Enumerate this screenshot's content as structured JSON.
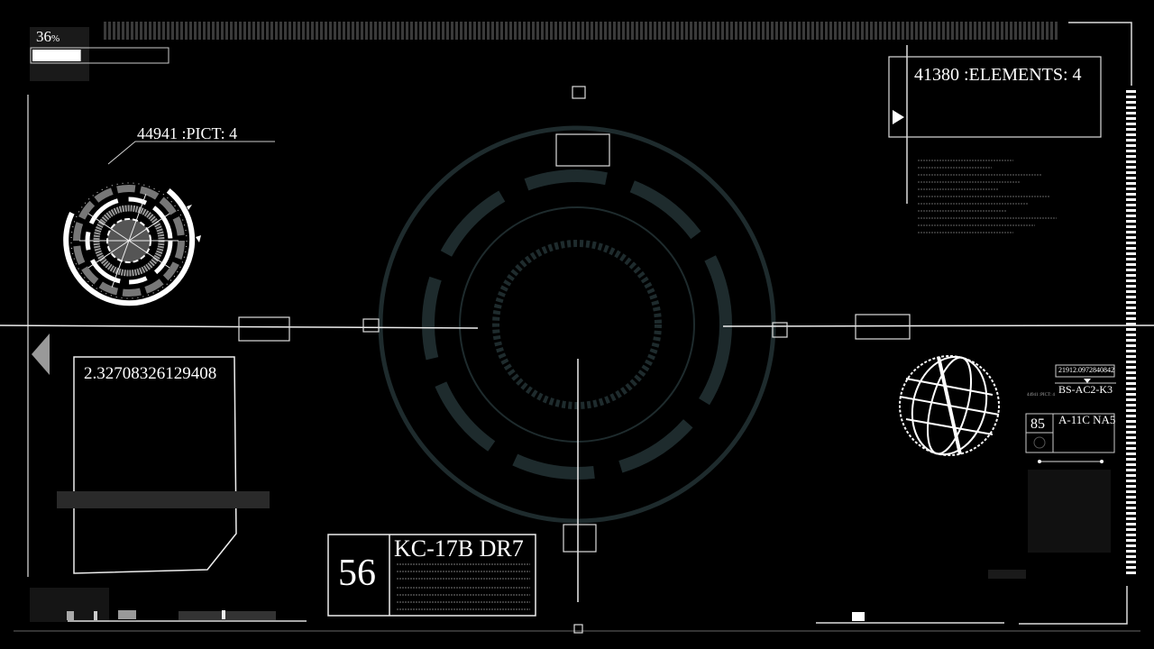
{
  "progress": {
    "label": "36",
    "unit": "%",
    "value_percent": 36
  },
  "left_callout": {
    "label": "44941 :PICT: 4"
  },
  "right_panel": {
    "label": "41380 :ELEMENTS: 4"
  },
  "left_box": {
    "value": "2.32708326129408"
  },
  "bottom_panel": {
    "number": "56",
    "code": "KC-17B DR7"
  },
  "side_panel": {
    "coords": "21912.0972840842",
    "id": "BS-AC2-K3",
    "number": "85",
    "code": "A-11C NA5",
    "mini_label": "44941 :PICT: 4"
  },
  "colors": {
    "foreground": "#ffffff",
    "background": "#000000",
    "dim_ring": "#1c2a2c"
  }
}
